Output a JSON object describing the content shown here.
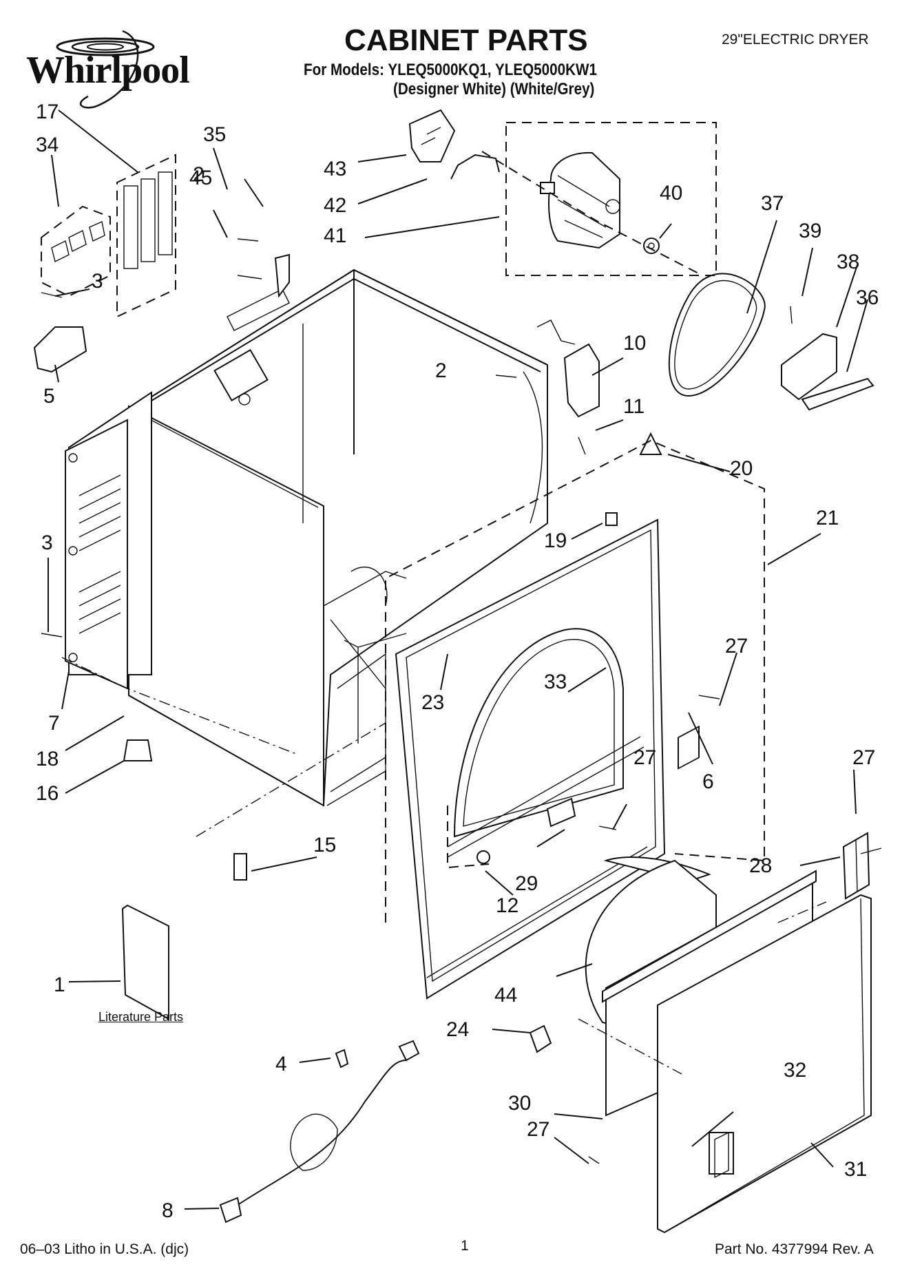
{
  "header": {
    "brand_logo": "Whirlpool",
    "title": "CABINET PARTS",
    "models_line": "For Models: YLEQ5000KQ1, YLEQ5000KW1",
    "colors_line": "(Designer White) (White/Grey)",
    "product_type": "29\"ELECTRIC DRYER"
  },
  "literature_label": "Literature Parts",
  "callouts": [
    "1",
    "2",
    "2",
    "3",
    "3",
    "4",
    "5",
    "6",
    "7",
    "8",
    "10",
    "11",
    "12",
    "15",
    "16",
    "17",
    "18",
    "19",
    "20",
    "21",
    "23",
    "24",
    "27",
    "27",
    "27",
    "27",
    "28",
    "29",
    "30",
    "31",
    "32",
    "33",
    "34",
    "35",
    "36",
    "37",
    "38",
    "39",
    "40",
    "41",
    "42",
    "43",
    "44",
    "45"
  ],
  "footer": {
    "litho": "06–03 Litho in U.S.A. (djc)",
    "page_number": "1",
    "part_number": "Part No. 4377994 Rev. A"
  }
}
